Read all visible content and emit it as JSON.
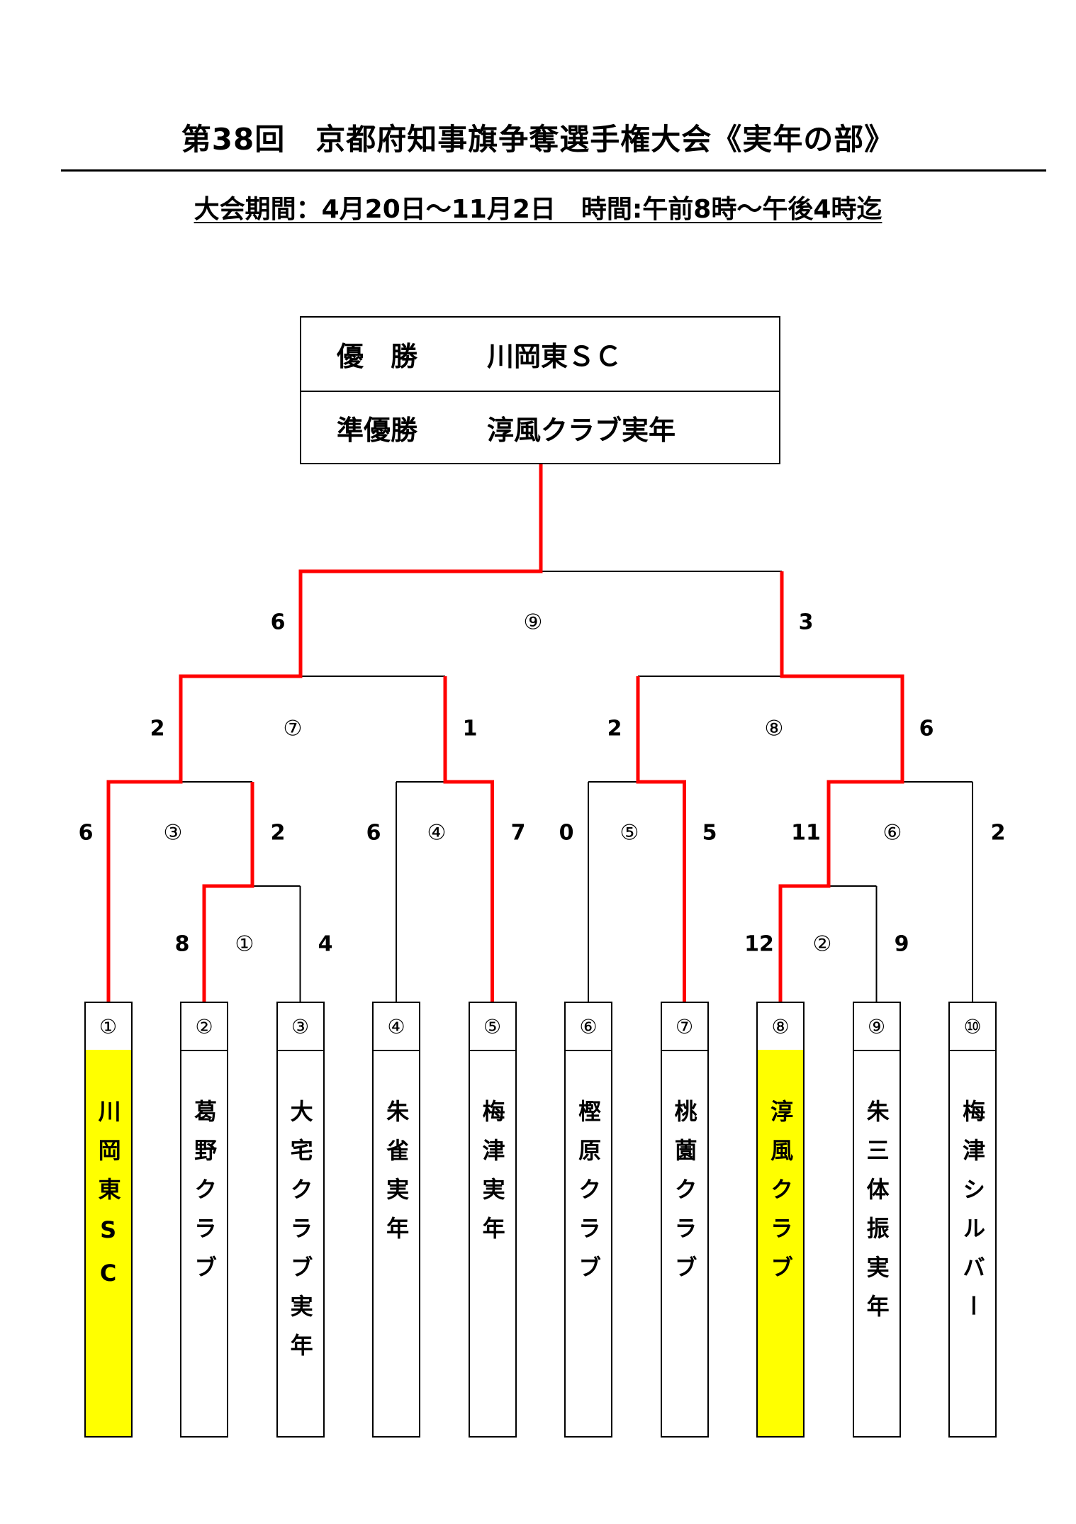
{
  "header": {
    "title": "第38回　京都府知事旗争奪選手権大会《実年の部》",
    "subtitle": "大会期間：4月20日～11月2日　時間:午前8時～午後4時迄"
  },
  "results": {
    "champion_label": "優　勝",
    "champion": "川岡東ＳＣ",
    "runnerup_label": "準優勝",
    "runnerup": "淳風クラブ実年"
  },
  "colors": {
    "winner_line": "#ff0000",
    "line": "#000000",
    "highlight": "#ffff00"
  },
  "teams": [
    {
      "no": "①",
      "name": "川岡東SC",
      "highlight": true
    },
    {
      "no": "②",
      "name": "葛野クラブ",
      "highlight": false
    },
    {
      "no": "③",
      "name": "大宅クラブ実年",
      "highlight": false
    },
    {
      "no": "④",
      "name": "朱雀実年",
      "highlight": false
    },
    {
      "no": "⑤",
      "name": "梅津実年",
      "highlight": false
    },
    {
      "no": "⑥",
      "name": "樫原クラブ",
      "highlight": false
    },
    {
      "no": "⑦",
      "name": "桃薗クラブ",
      "highlight": false
    },
    {
      "no": "⑧",
      "name": "淳風クラブ",
      "highlight": true
    },
    {
      "no": "⑨",
      "name": "朱三体振実年",
      "highlight": false
    },
    {
      "no": "⑩",
      "name": "梅津シルバー",
      "highlight": false
    }
  ],
  "matches": {
    "m1": {
      "no": "①",
      "left": "8",
      "right": "4"
    },
    "m2": {
      "no": "②",
      "left": "12",
      "right": "9"
    },
    "m3": {
      "no": "③",
      "left": "6",
      "right": "2"
    },
    "m4": {
      "no": "④",
      "left": "6",
      "right": "7"
    },
    "m5": {
      "no": "⑤",
      "left": "0",
      "right": "5"
    },
    "m6": {
      "no": "⑥",
      "left": "11",
      "right": "2"
    },
    "m7": {
      "no": "⑦",
      "left": "2",
      "right": "1"
    },
    "m8": {
      "no": "⑧",
      "left": "2",
      "right": "6"
    },
    "m9": {
      "no": "⑨",
      "left": "6",
      "right": "3"
    }
  }
}
